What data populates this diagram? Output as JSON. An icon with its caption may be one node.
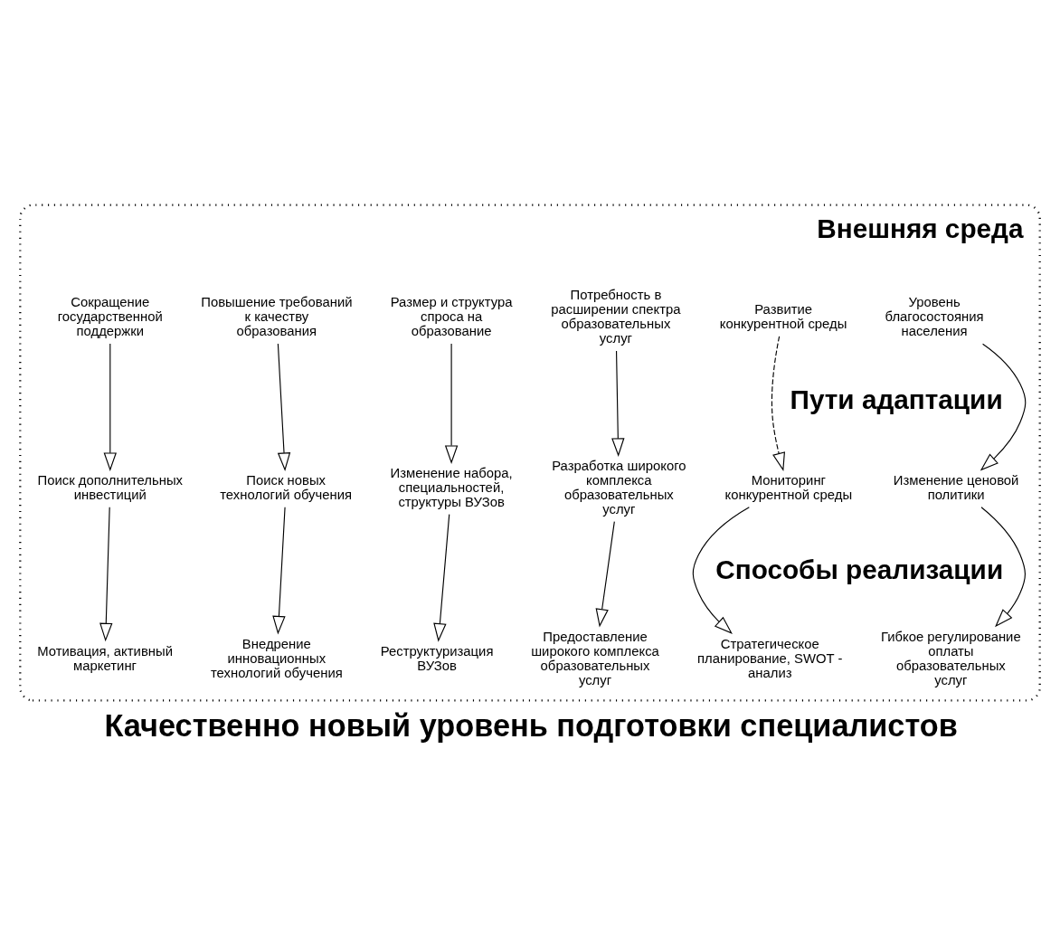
{
  "diagram": {
    "caption": "Качественно новый уровень подготовки специалистов",
    "nodes": [
      {
        "text": [],
        "shape": "box"
      },
      {
        "text": [
          "Развитие конкурентной среды"
        ],
        "in": 0
      },
      {
        "text": [
          "Потребность в расширении спектра образовательных услуг"
        ],
        "in": 0
      },
      {
        "text": [
          "Размер и структура спроса на образование"
        ],
        "in": 0
      },
      {
        "text": [
          "Уровень благосостояния населения"
        ],
        "in": 0
      },
      {
        "text": [
          "Повышение требований к качеству образования"
        ],
        "in": 0
      },
      {
        "text": [
          "Сокращение государственной поддержки"
        ],
        "in": 0
      },
      {
        "text": [
          "Мониторинг конкурентной среды"
        ],
        "in": 0
      },
      {
        "text": [
          "Разработка широкого комплекса образовательных услуг"
        ],
        "in": 0
      },
      {
        "text": [
          "Изменение набора, специальностей, структуры ВУЗов"
        ],
        "in": 0
      },
      {
        "text": [
          "Изменение ценовой политики"
        ],
        "in": 0
      },
      {
        "text": [
          "Поиск новых технологий обучения"
        ],
        "in": 0
      },
      {
        "text": [
          "Поиск дополнительных инвестиций"
        ],
        "in": 0
      },
      {
        "text": [
          "Стратегическое планирование, SWOT - анализ"
        ],
        "in": 0
      },
      {
        "text": [
          "Предоставление широкого комплекса образовательных услуг"
        ],
        "in": 0
      },
      {
        "text": [
          "Реструктуризация ВУЗов"
        ],
        "in": 0
      },
      {
        "text": [
          "Гибкое регулирование оплаты образовательных услуг"
        ],
        "in": 0
      },
      {
        "text": [
          "Внедрение инновационных технологий обучения"
        ],
        "in": 0
      },
      {
        "text": [
          "Мотивация, активный маркетинг"
        ],
        "in": 0
      }
    ],
    "edges": [
      {
        "from": 1,
        "to": 7,
        "arrow": "to",
        "style": "dashed"
      },
      {
        "from": 2,
        "to": 8,
        "arrow": "to"
      },
      {
        "from": 3,
        "to": 9,
        "arrow": "to"
      },
      {
        "from": 4,
        "to": 10,
        "arrow": "to"
      },
      {
        "from": 5,
        "to": 11,
        "arrow": "to"
      },
      {
        "from": 6,
        "to": 12,
        "arrow": "to"
      },
      {
        "from": 7,
        "to": 13,
        "arrow": "to"
      },
      {
        "from": 8,
        "to": 14,
        "arrow": "to"
      },
      {
        "from": 9,
        "to": 15,
        "arrow": "to"
      },
      {
        "from": 10,
        "to": 16,
        "arrow": "to"
      },
      {
        "from": 11,
        "to": 17,
        "arrow": "to"
      },
      {
        "from": 12,
        "to": 18,
        "arrow": "to"
      }
    ],
    "labels": [
      "Внешняя среда",
      "Пути адаптации",
      "Способы реализации"
    ]
  }
}
